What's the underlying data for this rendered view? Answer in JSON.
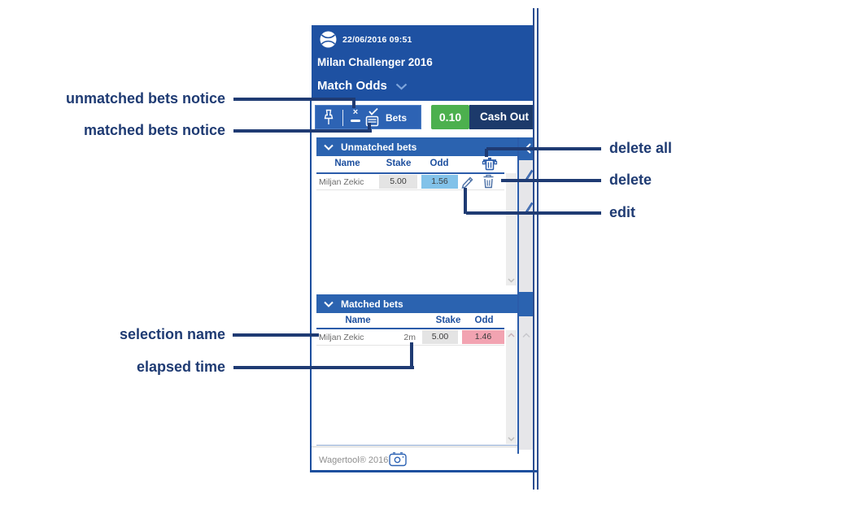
{
  "panel": {
    "header": {
      "timestamp": "22/06/2016 09:51",
      "title": "Milan Challenger 2016",
      "market": "Match Odds"
    },
    "toolbar": {
      "bets_label": "Bets",
      "stake_value": "0.10",
      "cashout_label": "Cash Out"
    },
    "unmatched": {
      "title": "Unmatched bets",
      "columns": [
        "Name",
        "Stake",
        "Odd"
      ],
      "rows": [
        {
          "name": "Miljan Zekic",
          "stake": "5.00",
          "odd": "1.56"
        }
      ]
    },
    "matched": {
      "title": "Matched bets",
      "columns": [
        "Name",
        "Stake",
        "Odd"
      ],
      "rows": [
        {
          "name": "Miljan Zekic",
          "elapsed": "2m",
          "stake": "5.00",
          "odd": "1.46"
        }
      ]
    },
    "footer": {
      "copyright": "Wagertool® 2016"
    }
  },
  "annotations": {
    "left": [
      {
        "label": "unmatched bets notice"
      },
      {
        "label": "matched bets notice"
      },
      {
        "label": "selection name"
      },
      {
        "label": "elapsed time"
      }
    ],
    "right": [
      {
        "label": "delete all"
      },
      {
        "label": "delete"
      },
      {
        "label": "edit"
      }
    ]
  },
  "icons": {
    "app": "tennis-ball-icon",
    "pin": "pin-icon",
    "unmatched_notice": "unmatched-bets-notice-icon",
    "matched_notice": "matched-bets-notice-icon",
    "delete_all": "delete-all-icon",
    "edit": "edit-pencil-icon",
    "delete": "trash-icon",
    "screenshot": "camera-icon"
  },
  "colors": {
    "header_blue": "#1e51a2",
    "section_bar_blue": "#2b63b0",
    "toolbar_blue": "#2d63b4",
    "stake_green": "#4cb04e",
    "cashout_navy": "#1c3a6b",
    "back_odd_blue": "#82c2e9",
    "lay_odd_pink": "#f2a3b1",
    "stake_cell_gray": "#e4e4e4",
    "annotation_navy": "#1f3b73"
  }
}
